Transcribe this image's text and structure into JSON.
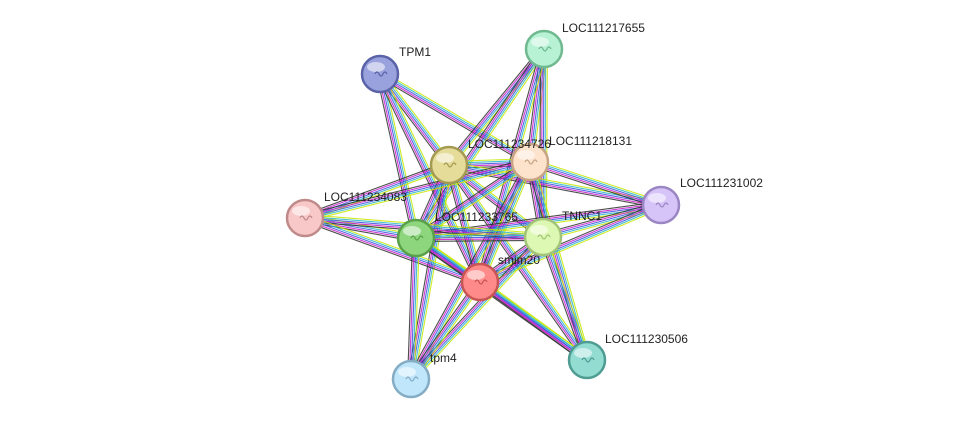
{
  "network": {
    "nodes": [
      {
        "id": "TPM1",
        "label": "TPM1",
        "fill": "#9aa2de",
        "stroke": "#5a62a8"
      },
      {
        "id": "LOC111217655",
        "label": "LOC111217655",
        "fill": "#b6f2d3",
        "stroke": "#6fb890"
      },
      {
        "id": "LOC111234726",
        "label": "LOC111234726",
        "fill": "#e6dc9a",
        "stroke": "#a49a52"
      },
      {
        "id": "LOC111218131",
        "label": "LOC111218131",
        "fill": "#fde3cc",
        "stroke": "#c8a484"
      },
      {
        "id": "LOC111231002",
        "label": "LOC111231002",
        "fill": "#d6c4f8",
        "stroke": "#9a86c2"
      },
      {
        "id": "LOC111234083",
        "label": "LOC111234083",
        "fill": "#f8c8c8",
        "stroke": "#c08a8a"
      },
      {
        "id": "LOC111233765",
        "label": "LOC111233765",
        "fill": "#8ed67e",
        "stroke": "#5aa04a"
      },
      {
        "id": "TNNC1",
        "label": "TNNC1",
        "fill": "#ddf8b2",
        "stroke": "#a2c478"
      },
      {
        "id": "smim20",
        "label": "smim20",
        "fill": "#ff8a8a",
        "stroke": "#c85454"
      },
      {
        "id": "LOC111230506",
        "label": "LOC111230506",
        "fill": "#92dcd2",
        "stroke": "#4e9c92"
      },
      {
        "id": "tpm4",
        "label": "tpm4",
        "fill": "#bfe6fa",
        "stroke": "#84acc4"
      }
    ],
    "edge_colors": [
      "#c8e600",
      "#29b6c8",
      "#3b4fe0",
      "#c818c8",
      "#2e2e2e"
    ],
    "edges": [
      {
        "from": "TPM1",
        "to": "LOC111234726"
      },
      {
        "from": "TPM1",
        "to": "LOC111218131"
      },
      {
        "from": "TPM1",
        "to": "LOC111233765"
      },
      {
        "from": "TPM1",
        "to": "smim20"
      },
      {
        "from": "LOC111217655",
        "to": "LOC111234726"
      },
      {
        "from": "LOC111217655",
        "to": "LOC111218131"
      },
      {
        "from": "LOC111217655",
        "to": "LOC111233765"
      },
      {
        "from": "LOC111217655",
        "to": "TNNC1"
      },
      {
        "from": "LOC111217655",
        "to": "smim20"
      },
      {
        "from": "LOC111234726",
        "to": "LOC111218131"
      },
      {
        "from": "LOC111234726",
        "to": "LOC111231002"
      },
      {
        "from": "LOC111234726",
        "to": "LOC111234083"
      },
      {
        "from": "LOC111234726",
        "to": "LOC111233765"
      },
      {
        "from": "LOC111234726",
        "to": "TNNC1"
      },
      {
        "from": "LOC111234726",
        "to": "smim20"
      },
      {
        "from": "LOC111234726",
        "to": "LOC111230506"
      },
      {
        "from": "LOC111234726",
        "to": "tpm4"
      },
      {
        "from": "LOC111218131",
        "to": "LOC111231002"
      },
      {
        "from": "LOC111218131",
        "to": "LOC111233765"
      },
      {
        "from": "LOC111218131",
        "to": "TNNC1"
      },
      {
        "from": "LOC111218131",
        "to": "smim20"
      },
      {
        "from": "LOC111218131",
        "to": "LOC111230506"
      },
      {
        "from": "LOC111218131",
        "to": "tpm4"
      },
      {
        "from": "LOC111218131",
        "to": "LOC111234083"
      },
      {
        "from": "LOC111231002",
        "to": "LOC111233765"
      },
      {
        "from": "LOC111231002",
        "to": "TNNC1"
      },
      {
        "from": "LOC111231002",
        "to": "smim20"
      },
      {
        "from": "LOC111234083",
        "to": "LOC111233765"
      },
      {
        "from": "LOC111234083",
        "to": "TNNC1"
      },
      {
        "from": "LOC111234083",
        "to": "smim20"
      },
      {
        "from": "LOC111233765",
        "to": "TNNC1"
      },
      {
        "from": "LOC111233765",
        "to": "smim20"
      },
      {
        "from": "LOC111233765",
        "to": "LOC111230506"
      },
      {
        "from": "LOC111233765",
        "to": "tpm4"
      },
      {
        "from": "TNNC1",
        "to": "smim20"
      },
      {
        "from": "TNNC1",
        "to": "LOC111230506"
      },
      {
        "from": "TNNC1",
        "to": "tpm4"
      },
      {
        "from": "smim20",
        "to": "LOC111230506"
      },
      {
        "from": "smim20",
        "to": "tpm4"
      }
    ]
  }
}
